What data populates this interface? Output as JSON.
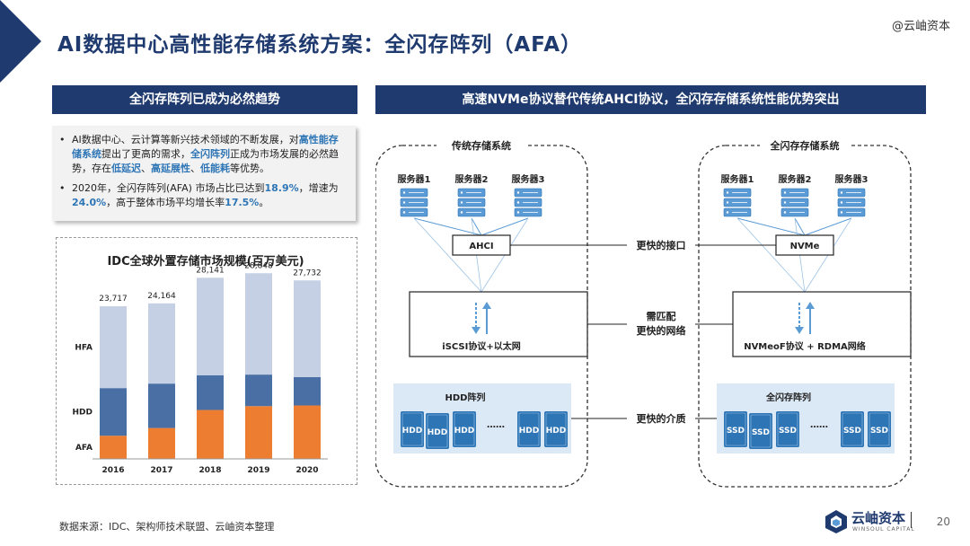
{
  "header": {
    "title": "AI数据中心高性能存储系统方案：全闪存阵列（AFA）",
    "watermark": "@云岫资本"
  },
  "left": {
    "section_title": "全闪存阵列已成为必然趋势",
    "bullet1": {
      "p1": "AI数据中心、云计算等新兴技术领域的不断发展，对",
      "h1": "高性能存储系统",
      "p2": "提出了更高的需求，",
      "h2": "全闪阵列",
      "p3": "正成为市场发展的必然趋势，存在",
      "h3": "低延迟",
      "p4": "、",
      "h4": "高延展性",
      "p5": "、",
      "h5": "低能耗",
      "p6": "等优势。"
    },
    "bullet2": {
      "p1": "2020年，全闪存阵列(AFA) 市场占比已达到",
      "h1": "18.9%",
      "p2": "，增速为 ",
      "h2": "24.0%",
      "p3": "，高于整体市场平均增长率",
      "h3": "17.5%",
      "p4": "。"
    },
    "bullet_symbol": "•"
  },
  "chart_data": {
    "type": "bar",
    "title": "IDC全球外置存储市场规模(百万美元)",
    "categories": [
      "2016",
      "2017",
      "2018",
      "2019",
      "2020"
    ],
    "totals": [
      "23,717",
      "24,164",
      "28,141",
      "28,848",
      "27,732"
    ],
    "series": [
      {
        "name": "AFA",
        "color": "#ed7d31",
        "values": [
          3600,
          4800,
          7600,
          8200,
          8300
        ]
      },
      {
        "name": "HDD",
        "color": "#4a6fa5",
        "values": [
          7400,
          6900,
          5400,
          4900,
          4400
        ]
      },
      {
        "name": "HFA",
        "color": "#c5d0e4",
        "values": [
          12717,
          12464,
          15141,
          15748,
          15032
        ]
      }
    ],
    "ylim": [
      0,
      30000
    ]
  },
  "right": {
    "section_title": "高速NVMe协议替代传统AHCI协议，全闪存存储系统性能优势突出",
    "traditional": {
      "title": "传统存储系统",
      "servers": [
        "服务器1",
        "服务器2",
        "服务器3"
      ],
      "interface": "AHCI",
      "network": "iSCSI协议+以太网",
      "media_title": "HDD阵列",
      "disks": [
        "HDD",
        "HDD",
        "HDD",
        "HDD",
        "HDD"
      ],
      "ellipsis": "……"
    },
    "allflash": {
      "title": "全闪存存储系统",
      "servers": [
        "服务器1",
        "服务器2",
        "服务器3"
      ],
      "interface": "NVMe",
      "network": "NVMeoF协议 + RDMA网络",
      "media_title": "全闪存阵列",
      "disks": [
        "SSD",
        "SSD",
        "SSD",
        "SSD",
        "SSD"
      ],
      "ellipsis": "……"
    },
    "compare": {
      "interface": "更快的接口",
      "network_l1": "需匹配",
      "network_l2": "更快的网络",
      "media": "更快的介质"
    }
  },
  "footer": {
    "source": "数据来源：IDC、架构师技术联盟、云岫资本整理",
    "logo_cn": "云岫资本",
    "logo_en": "WINSOUL CAPITAL",
    "page": "20"
  }
}
